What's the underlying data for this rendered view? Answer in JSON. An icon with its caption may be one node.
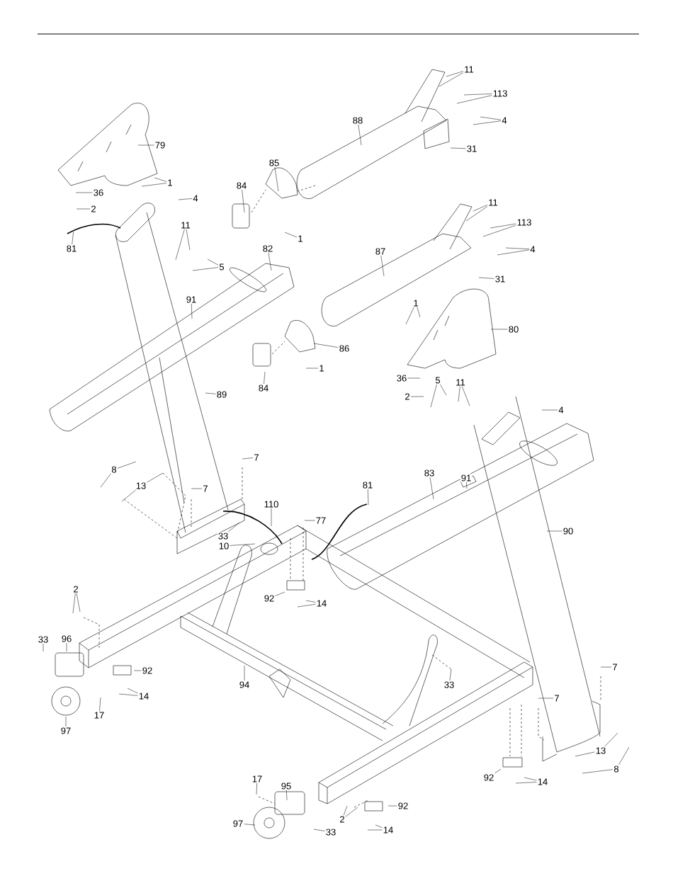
{
  "diagram": {
    "nodes": [
      {
        "text": [
          "79"
        ]
      },
      {
        "text": [
          "1"
        ]
      },
      {
        "text": [
          "36"
        ]
      },
      {
        "text": [
          "2"
        ]
      },
      {
        "text": [
          "4"
        ]
      },
      {
        "text": [
          "81"
        ]
      },
      {
        "text": [
          "11"
        ]
      },
      {
        "text": [
          "5"
        ]
      },
      {
        "text": [
          "85"
        ]
      },
      {
        "text": [
          "84"
        ]
      },
      {
        "text": [
          "1"
        ]
      },
      {
        "text": [
          "82"
        ]
      },
      {
        "text": [
          "91"
        ]
      },
      {
        "text": [
          "84"
        ]
      },
      {
        "text": [
          "86"
        ]
      },
      {
        "text": [
          "1"
        ]
      },
      {
        "text": [
          "89"
        ]
      },
      {
        "text": [
          "88"
        ]
      },
      {
        "text": [
          "11"
        ]
      },
      {
        "text": [
          "113"
        ]
      },
      {
        "text": [
          "4"
        ]
      },
      {
        "text": [
          "31"
        ]
      },
      {
        "text": [
          "87"
        ]
      },
      {
        "text": [
          "11"
        ]
      },
      {
        "text": [
          "113"
        ]
      },
      {
        "text": [
          "4"
        ]
      },
      {
        "text": [
          "31"
        ]
      },
      {
        "text": [
          "80"
        ]
      },
      {
        "text": [
          "1"
        ]
      },
      {
        "text": [
          "36"
        ]
      },
      {
        "text": [
          "2"
        ]
      },
      {
        "text": [
          "5"
        ]
      },
      {
        "text": [
          "11"
        ]
      },
      {
        "text": [
          "4"
        ]
      },
      {
        "text": [
          "91"
        ]
      },
      {
        "text": [
          "83"
        ]
      },
      {
        "text": [
          "81"
        ]
      },
      {
        "text": [
          "90"
        ]
      },
      {
        "text": [
          "7"
        ]
      },
      {
        "text": [
          "8"
        ]
      },
      {
        "text": [
          "13"
        ]
      },
      {
        "text": [
          "7"
        ]
      },
      {
        "text": [
          "110"
        ]
      },
      {
        "text": [
          "77"
        ]
      },
      {
        "text": [
          "33"
        ]
      },
      {
        "text": [
          "10"
        ]
      },
      {
        "text": [
          "92"
        ]
      },
      {
        "text": [
          "14"
        ]
      },
      {
        "text": [
          "2"
        ]
      },
      {
        "text": [
          "33"
        ]
      },
      {
        "text": [
          "96"
        ]
      },
      {
        "text": [
          "92"
        ]
      },
      {
        "text": [
          "14"
        ]
      },
      {
        "text": [
          "17"
        ]
      },
      {
        "text": [
          "97"
        ]
      },
      {
        "text": [
          "94"
        ]
      },
      {
        "text": [
          "33"
        ]
      },
      {
        "text": [
          "7"
        ]
      },
      {
        "text": [
          "7"
        ]
      },
      {
        "text": [
          "13"
        ]
      },
      {
        "text": [
          "8"
        ]
      },
      {
        "text": [
          "92"
        ]
      },
      {
        "text": [
          "14"
        ]
      },
      {
        "text": [
          "17"
        ]
      },
      {
        "text": [
          "95"
        ]
      },
      {
        "text": [
          "97"
        ]
      },
      {
        "text": [
          "33"
        ]
      },
      {
        "text": [
          "2"
        ]
      },
      {
        "text": [
          "92"
        ]
      },
      {
        "text": [
          "14"
        ]
      }
    ],
    "edges": [
      {
        "from": 0,
        "to": null,
        "arrow": "none"
      },
      {
        "from": 1,
        "to": null,
        "arrow": "none"
      },
      {
        "from": 1,
        "to": null,
        "arrow": "none"
      },
      {
        "from": 2,
        "to": null,
        "arrow": "none"
      },
      {
        "from": 3,
        "to": null,
        "arrow": "none"
      },
      {
        "from": 4,
        "to": null,
        "arrow": "none"
      },
      {
        "from": 5,
        "to": null,
        "arrow": "none"
      },
      {
        "from": 6,
        "to": null,
        "arrow": "none"
      },
      {
        "from": 6,
        "to": null,
        "arrow": "none"
      },
      {
        "from": 7,
        "to": null,
        "arrow": "none"
      },
      {
        "from": 7,
        "to": null,
        "arrow": "none"
      },
      {
        "from": 8,
        "to": null,
        "arrow": "none"
      },
      {
        "from": 9,
        "to": null,
        "arrow": "none"
      },
      {
        "from": 10,
        "to": null,
        "arrow": "none"
      },
      {
        "from": 11,
        "to": null,
        "arrow": "none"
      },
      {
        "from": 12,
        "to": null,
        "arrow": "none"
      },
      {
        "from": 13,
        "to": null,
        "arrow": "none"
      },
      {
        "from": 14,
        "to": null,
        "arrow": "none"
      },
      {
        "from": 15,
        "to": null,
        "arrow": "none"
      },
      {
        "from": 16,
        "to": null,
        "arrow": "none"
      },
      {
        "from": 17,
        "to": null,
        "arrow": "none"
      },
      {
        "from": 18,
        "to": null,
        "arrow": "none"
      },
      {
        "from": 18,
        "to": null,
        "arrow": "none"
      },
      {
        "from": 19,
        "to": null,
        "arrow": "none"
      },
      {
        "from": 19,
        "to": null,
        "arrow": "none"
      },
      {
        "from": 20,
        "to": null,
        "arrow": "none"
      },
      {
        "from": 20,
        "to": null,
        "arrow": "none"
      },
      {
        "from": 21,
        "to": null,
        "arrow": "none"
      },
      {
        "from": 22,
        "to": null,
        "arrow": "none"
      },
      {
        "from": 23,
        "to": null,
        "arrow": "none"
      },
      {
        "from": 23,
        "to": null,
        "arrow": "none"
      },
      {
        "from": 24,
        "to": null,
        "arrow": "none"
      },
      {
        "from": 24,
        "to": null,
        "arrow": "none"
      },
      {
        "from": 25,
        "to": null,
        "arrow": "none"
      },
      {
        "from": 25,
        "to": null,
        "arrow": "none"
      },
      {
        "from": 26,
        "to": null,
        "arrow": "none"
      },
      {
        "from": 27,
        "to": null,
        "arrow": "none"
      },
      {
        "from": 28,
        "to": null,
        "arrow": "none"
      },
      {
        "from": 28,
        "to": null,
        "arrow": "none"
      },
      {
        "from": 29,
        "to": null,
        "arrow": "none"
      },
      {
        "from": 30,
        "to": null,
        "arrow": "none"
      },
      {
        "from": 31,
        "to": null,
        "arrow": "none"
      },
      {
        "from": 31,
        "to": null,
        "arrow": "none"
      },
      {
        "from": 32,
        "to": null,
        "arrow": "none"
      },
      {
        "from": 32,
        "to": null,
        "arrow": "none"
      },
      {
        "from": 33,
        "to": null,
        "arrow": "none"
      },
      {
        "from": 34,
        "to": null,
        "arrow": "none"
      },
      {
        "from": 35,
        "to": null,
        "arrow": "none"
      },
      {
        "from": 36,
        "to": null,
        "arrow": "none"
      },
      {
        "from": 37,
        "to": null,
        "arrow": "none"
      },
      {
        "from": 38,
        "to": null,
        "arrow": "none"
      },
      {
        "from": 39,
        "to": null,
        "arrow": "none"
      },
      {
        "from": 39,
        "to": null,
        "arrow": "none"
      },
      {
        "from": 40,
        "to": null,
        "arrow": "none"
      },
      {
        "from": 40,
        "to": null,
        "arrow": "none"
      },
      {
        "from": 41,
        "to": null,
        "arrow": "none"
      },
      {
        "from": 42,
        "to": null,
        "arrow": "none"
      },
      {
        "from": 43,
        "to": null,
        "arrow": "none"
      },
      {
        "from": 44,
        "to": null,
        "arrow": "none"
      },
      {
        "from": 45,
        "to": null,
        "arrow": "none"
      },
      {
        "from": 46,
        "to": null,
        "arrow": "none"
      },
      {
        "from": 47,
        "to": null,
        "arrow": "none"
      },
      {
        "from": 47,
        "to": null,
        "arrow": "none"
      },
      {
        "from": 48,
        "to": null,
        "arrow": "none"
      },
      {
        "from": 48,
        "to": null,
        "arrow": "none"
      },
      {
        "from": 49,
        "to": null,
        "arrow": "none"
      },
      {
        "from": 50,
        "to": null,
        "arrow": "none"
      },
      {
        "from": 51,
        "to": null,
        "arrow": "none"
      },
      {
        "from": 52,
        "to": null,
        "arrow": "none"
      },
      {
        "from": 52,
        "to": null,
        "arrow": "none"
      },
      {
        "from": 53,
        "to": null,
        "arrow": "none"
      },
      {
        "from": 54,
        "to": null,
        "arrow": "none"
      },
      {
        "from": 55,
        "to": null,
        "arrow": "none"
      },
      {
        "from": 56,
        "to": null,
        "arrow": "none"
      },
      {
        "from": 57,
        "to": null,
        "arrow": "none"
      },
      {
        "from": 58,
        "to": null,
        "arrow": "none"
      },
      {
        "from": 59,
        "to": null,
        "arrow": "none"
      },
      {
        "from": 59,
        "to": null,
        "arrow": "none"
      },
      {
        "from": 60,
        "to": null,
        "arrow": "none"
      },
      {
        "from": 60,
        "to": null,
        "arrow": "none"
      },
      {
        "from": 61,
        "to": null,
        "arrow": "none"
      },
      {
        "from": 62,
        "to": null,
        "arrow": "none"
      },
      {
        "from": 62,
        "to": null,
        "arrow": "none"
      },
      {
        "from": 63,
        "to": null,
        "arrow": "none"
      },
      {
        "from": 64,
        "to": null,
        "arrow": "none"
      },
      {
        "from": 65,
        "to": null,
        "arrow": "none"
      },
      {
        "from": 66,
        "to": null,
        "arrow": "none"
      },
      {
        "from": 67,
        "to": null,
        "arrow": "none"
      },
      {
        "from": 67,
        "to": null,
        "arrow": "none"
      },
      {
        "from": 68,
        "to": null,
        "arrow": "none"
      },
      {
        "from": 69,
        "to": null,
        "arrow": "none"
      },
      {
        "from": 69,
        "to": null,
        "arrow": "none"
      }
    ]
  }
}
